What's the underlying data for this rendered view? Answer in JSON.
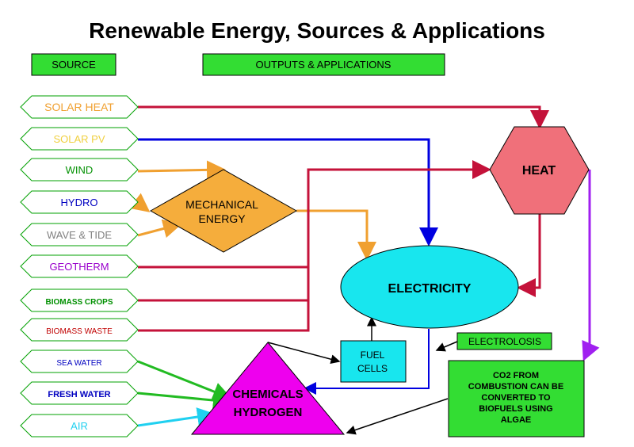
{
  "title": "Renewable Energy, Sources & Applications",
  "headers": {
    "source": "SOURCE",
    "outputs": "OUTPUTS & APPLICATIONS"
  },
  "sources": [
    {
      "label": "SOLAR HEAT",
      "color": "#f0a030"
    },
    {
      "label": "SOLAR PV",
      "color": "#f0d040"
    },
    {
      "label": "WIND",
      "color": "#009000"
    },
    {
      "label": "HYDRO",
      "color": "#0000c0"
    },
    {
      "label": "WAVE & TIDE",
      "color": "#808080"
    },
    {
      "label": "GEOTHERM",
      "color": "#9900cc"
    },
    {
      "label": "BIOMASS CROPS",
      "color": "#009000"
    },
    {
      "label": "BIOMASS WASTE",
      "color": "#c00000"
    },
    {
      "label": "SEA WATER",
      "color": "#0000c0"
    },
    {
      "label": "FRESH WATER",
      "color": "#0000c0"
    },
    {
      "label": "AIR",
      "color": "#20d0f0"
    }
  ],
  "nodes": {
    "mechanical": {
      "line1": "MECHANICAL",
      "line2": "ENERGY",
      "fill": "#f5ad3c"
    },
    "heat": {
      "label": "HEAT",
      "fill": "#f0707a"
    },
    "electricity": {
      "label": "ELECTRICITY",
      "fill": "#18e6ee"
    },
    "fuel_cells": {
      "line1": "FUEL",
      "line2": "CELLS",
      "fill": "#18e6ee"
    },
    "electrolosis": {
      "label": "ELECTROLOSIS",
      "fill": "#33dd33"
    },
    "chemicals": {
      "line1": "CHEMICALS",
      "line2": "HYDROGEN",
      "fill": "#ee00ee"
    },
    "co2": {
      "lines": [
        "CO2 FROM",
        "COMBUSTION CAN BE",
        "CONVERTED TO",
        "BIOFUELS USING",
        "ALGAE"
      ],
      "fill": "#33dd33"
    }
  },
  "colors": {
    "red": "#c4123a",
    "blue": "#0000e0",
    "orange": "#f0a030",
    "green": "#22bb22",
    "cyan": "#20d0f0",
    "purple": "#a020f0",
    "black": "#000000",
    "box_green": "#33dd33",
    "source_border": "#00a000"
  }
}
